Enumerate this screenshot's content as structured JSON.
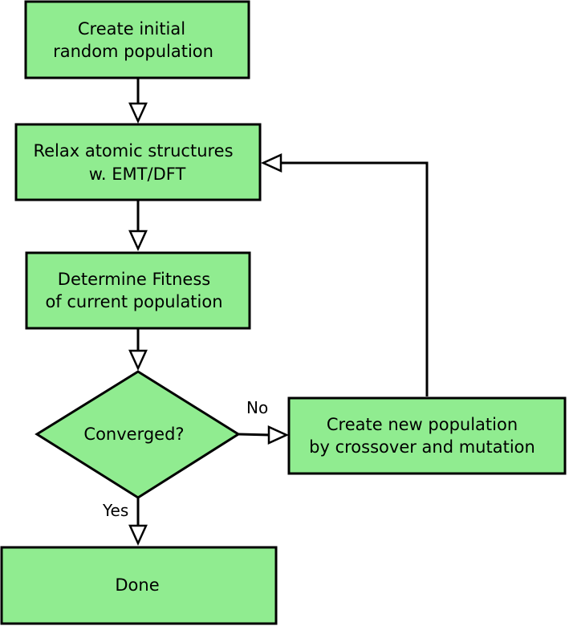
{
  "nodes": {
    "init": {
      "line1": "Create initial",
      "line2": "random population"
    },
    "relax": {
      "line1": "Relax atomic structures",
      "line2": "w. EMT/DFT"
    },
    "fitness": {
      "line1": "Determine Fitness",
      "line2": "of current population"
    },
    "converged": {
      "text": "Converged?"
    },
    "newpop": {
      "line1": "Create new population",
      "line2": "by crossover and mutation"
    },
    "done": {
      "text": "Done"
    }
  },
  "edges": {
    "no_label": "No",
    "yes_label": "Yes"
  },
  "colors": {
    "node_fill": "#90ec90",
    "stroke": "#000000",
    "arrowhead_fill": "#ffffff"
  }
}
